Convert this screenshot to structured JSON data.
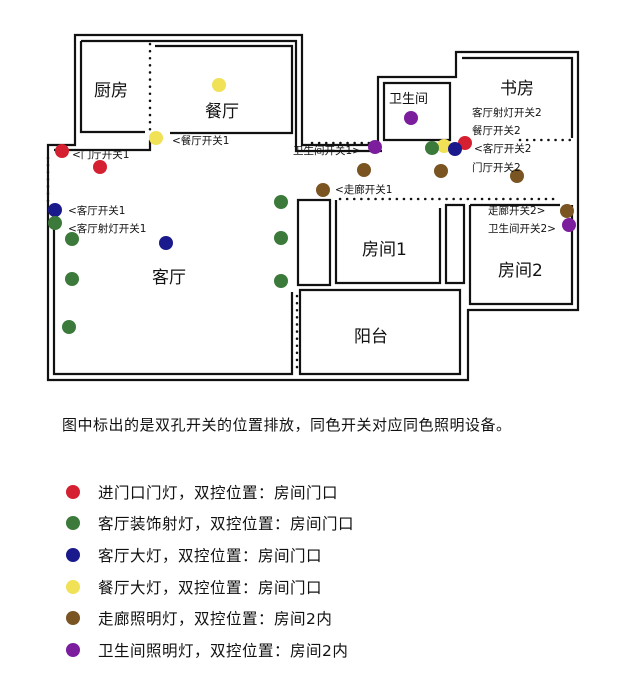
{
  "colors": {
    "red": "#d42030",
    "green": "#3b7a3b",
    "blue": "#1a1a8c",
    "yellow": "#f0e157",
    "brown": "#7a5522",
    "purple": "#7b1d9c"
  },
  "rooms": {
    "kitchen": "厨房",
    "dining": "餐厅",
    "living": "客厅",
    "bathroom": "卫生间",
    "study": "书房",
    "room1": "房间1",
    "room2": "房间2",
    "balcony": "阳台"
  },
  "switches": {
    "dining1": "<餐厅开关1",
    "foyer1": "<门厅开关1",
    "living1": "<客厅开关1",
    "spot1": "<客厅射灯开关1",
    "bath1": "卫生间开关1>",
    "corridor1": "<走廊开关1",
    "spot2": "客厅射灯开关2",
    "dining2": "餐厅开关2",
    "living2": "<客厅开关2",
    "foyer2": "门厅开关2",
    "corridor2": "走廊开关2>",
    "bath2": "卫生间开关2>"
  },
  "caption": "图中标出的是双孔开关的位置排放，同色开关对应同色照明设备。",
  "legend": [
    {
      "color": "red",
      "text": "进门口门灯，双控位置：房间门口"
    },
    {
      "color": "green",
      "text": "客厅装饰射灯，双控位置：房间门口"
    },
    {
      "color": "blue",
      "text": "客厅大灯，双控位置：房间门口"
    },
    {
      "color": "yellow",
      "text": "餐厅大灯，双控位置：房间门口"
    },
    {
      "color": "brown",
      "text": "走廊照明灯，双控位置：房间2内"
    },
    {
      "color": "purple",
      "text": "卫生间照明灯，双控位置：房间2内"
    }
  ]
}
